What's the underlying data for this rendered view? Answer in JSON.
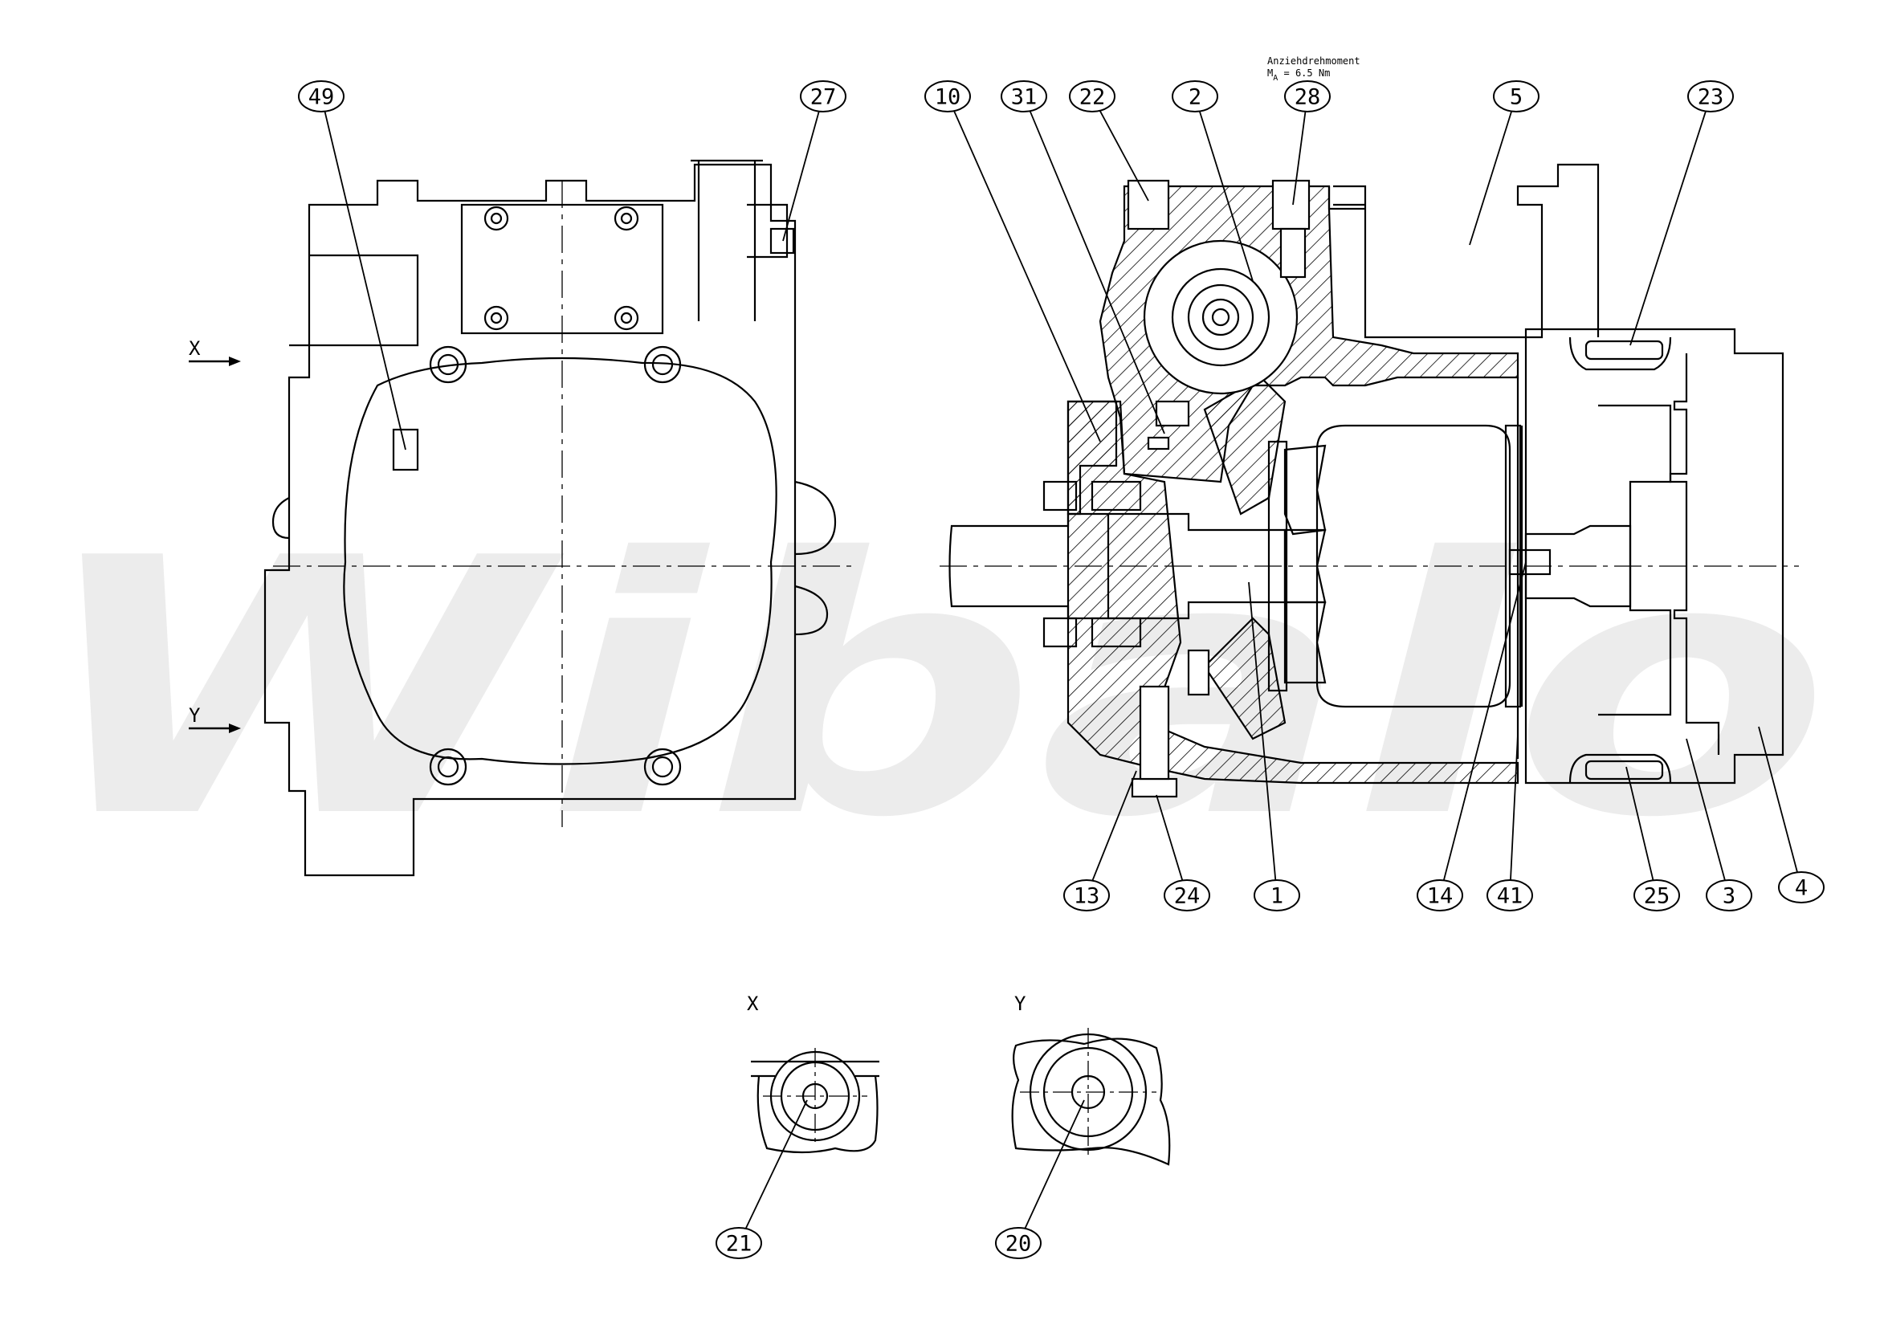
{
  "watermark": "Wibalo",
  "torque_note": {
    "line1": "Anziehdrehmoment",
    "line2": "M",
    "line2_sub": "A",
    "line2_rest": " = 6.5 Nm"
  },
  "views": {
    "x_arrow_label": "X",
    "y_arrow_label": "Y",
    "detail_x_label": "X",
    "detail_y_label": "Y"
  },
  "callouts": [
    {
      "id": "49"
    },
    {
      "id": "27"
    },
    {
      "id": "10"
    },
    {
      "id": "31"
    },
    {
      "id": "22"
    },
    {
      "id": "2"
    },
    {
      "id": "28"
    },
    {
      "id": "5"
    },
    {
      "id": "23"
    },
    {
      "id": "13"
    },
    {
      "id": "24"
    },
    {
      "id": "1"
    },
    {
      "id": "14"
    },
    {
      "id": "41"
    },
    {
      "id": "25"
    },
    {
      "id": "3"
    },
    {
      "id": "4"
    },
    {
      "id": "21"
    },
    {
      "id": "20"
    }
  ]
}
